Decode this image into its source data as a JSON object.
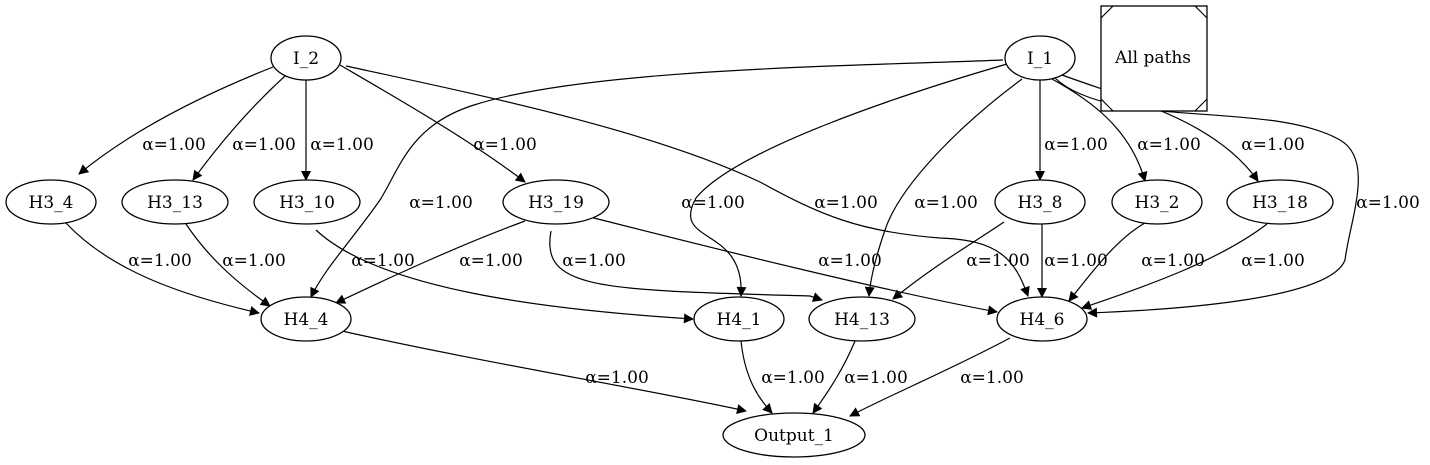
{
  "legend": {
    "label": "All paths"
  },
  "nodes": [
    {
      "id": "I_2",
      "label": "I_2"
    },
    {
      "id": "I_1",
      "label": "I_1"
    },
    {
      "id": "H3_4",
      "label": "H3_4"
    },
    {
      "id": "H3_13",
      "label": "H3_13"
    },
    {
      "id": "H3_10",
      "label": "H3_10"
    },
    {
      "id": "H3_19",
      "label": "H3_19"
    },
    {
      "id": "H3_8",
      "label": "H3_8"
    },
    {
      "id": "H3_2",
      "label": "H3_2"
    },
    {
      "id": "H3_18",
      "label": "H3_18"
    },
    {
      "id": "H4_4",
      "label": "H4_4"
    },
    {
      "id": "H4_1",
      "label": "H4_1"
    },
    {
      "id": "H4_13",
      "label": "H4_13"
    },
    {
      "id": "H4_6",
      "label": "H4_6"
    },
    {
      "id": "Output_1",
      "label": "Output_1"
    }
  ],
  "edges": [
    {
      "from": "I_2",
      "to": "H3_4",
      "label": "α=1.00"
    },
    {
      "from": "I_2",
      "to": "H3_13",
      "label": "α=1.00"
    },
    {
      "from": "I_2",
      "to": "H3_10",
      "label": "α=1.00"
    },
    {
      "from": "I_2",
      "to": "H3_19",
      "label": "α=1.00"
    },
    {
      "from": "I_2",
      "to": "H4_6",
      "label": "α=1.00"
    },
    {
      "from": "I_1",
      "to": "H4_4",
      "label": "α=1.00"
    },
    {
      "from": "I_1",
      "to": "H4_1",
      "label": "α=1.00"
    },
    {
      "from": "I_1",
      "to": "H4_13",
      "label": "α=1.00"
    },
    {
      "from": "I_1",
      "to": "H3_8",
      "label": "α=1.00"
    },
    {
      "from": "I_1",
      "to": "H3_2",
      "label": "α=1.00"
    },
    {
      "from": "I_1",
      "to": "H3_18",
      "label": "α=1.00"
    },
    {
      "from": "I_1",
      "to": "H4_6",
      "label": "α=1.00"
    },
    {
      "from": "H3_4",
      "to": "H4_4",
      "label": "α=1.00"
    },
    {
      "from": "H3_13",
      "to": "H4_4",
      "label": "α=1.00"
    },
    {
      "from": "H3_10",
      "to": "H4_1",
      "label": "α=1.00"
    },
    {
      "from": "H3_19",
      "to": "H4_4",
      "label": "α=1.00"
    },
    {
      "from": "H3_19",
      "to": "H4_13",
      "label": "α=1.00"
    },
    {
      "from": "H3_19",
      "to": "H4_6",
      "label": "α=1.00"
    },
    {
      "from": "H3_8",
      "to": "H4_13",
      "label": "α=1.00"
    },
    {
      "from": "H3_8",
      "to": "H4_6",
      "label": "α=1.00"
    },
    {
      "from": "H3_2",
      "to": "H4_6",
      "label": "α=1.00"
    },
    {
      "from": "H3_18",
      "to": "H4_6",
      "label": "α=1.00"
    },
    {
      "from": "H4_4",
      "to": "Output_1",
      "label": "α=1.00"
    },
    {
      "from": "H4_1",
      "to": "Output_1",
      "label": "α=1.00"
    },
    {
      "from": "H4_13",
      "to": "Output_1",
      "label": "α=1.00"
    },
    {
      "from": "H4_6",
      "to": "Output_1",
      "label": "α=1.00"
    }
  ]
}
